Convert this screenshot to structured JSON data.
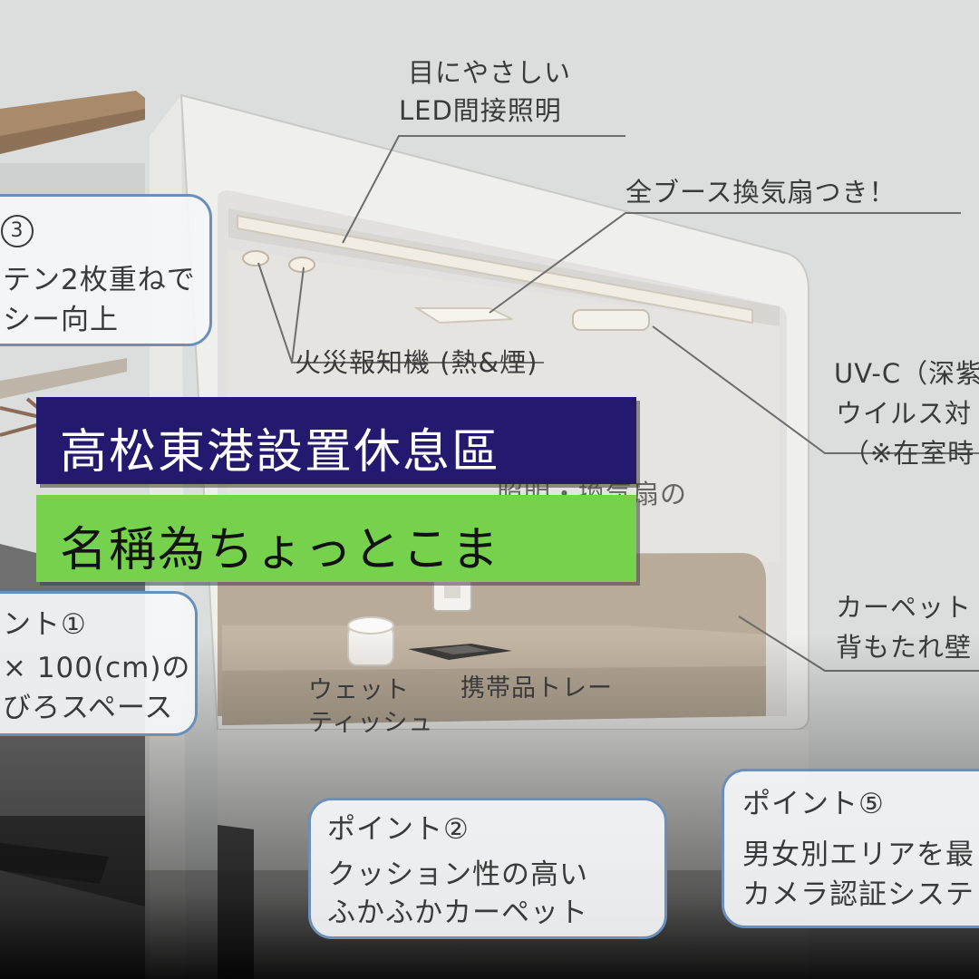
{
  "colors": {
    "title_bg": "#23196e",
    "subtitle_bg": "#76d14d",
    "bubble_border": "#6b8fb8",
    "label_text": "#3a3a3a"
  },
  "title": "高松東港設置休息區",
  "subtitle": "名稱為ちょっとこま",
  "labels": {
    "led_line1": "目にやさしい",
    "led_line2": "LED間接照明",
    "fan": "全ブース換気扇つき！",
    "fire_alarm": "火災報知機 (熱&煙)",
    "uvc_line1": "UV-C（深紫",
    "uvc_line2": "ウイルス対",
    "uvc_line3": "（※在室時",
    "outlet_partial": "照明・換気扇の",
    "carpet_line1": "カーペット",
    "carpet_line2": "背もたれ壁",
    "wet_line1": "ウェット",
    "wet_line2": "ティッシュ",
    "tray": "携帯品トレー"
  },
  "bubbles": {
    "p3": {
      "line1": "3",
      "line2": "テン2枚重ねで",
      "line3": "シー向上"
    },
    "p1": {
      "line1": "ント①",
      "line2": "× 100(cm)の",
      "line3": "びろスペース"
    },
    "p2": {
      "line1": "ポイント②",
      "line2": "クッション性の高い",
      "line3": "ふかふかカーペット"
    },
    "p5": {
      "line1": "ポイント⑤",
      "line2": "男女別エリアを最",
      "line3": "カメラ認証システ"
    }
  },
  "icons": [
    "led-light-bar-icon",
    "fire-alarm-icon",
    "ventilation-fan-icon",
    "uvc-lamp-icon",
    "power-outlet-icon",
    "tissue-box-icon",
    "phone-tray-icon"
  ]
}
